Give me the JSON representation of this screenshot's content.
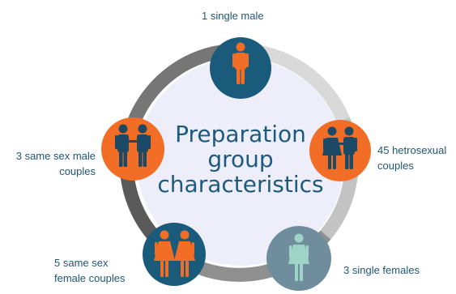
{
  "center": {
    "title": "Preparation group characteristics"
  },
  "nodes": [
    {
      "id": "single-male",
      "label": "1 single male",
      "color": "#1a5a7a",
      "icon": "single-male-icon"
    },
    {
      "id": "hetero-couples",
      "label": "45 hetrosexual couples",
      "color": "#f26d25",
      "icon": "hetero-couple-icon"
    },
    {
      "id": "single-females",
      "label": "3 single females",
      "color": "#6f8d9d",
      "icon": "single-female-icon"
    },
    {
      "id": "female-couples",
      "label": "5 same sex female couples",
      "color": "#1a5a7a",
      "icon": "female-couple-icon"
    },
    {
      "id": "male-couples",
      "label": "3 same sex male couples",
      "color": "#f26d25",
      "icon": "male-couple-icon"
    }
  ],
  "colors": {
    "center_fill": "#eeeefb",
    "text": "#1f5675",
    "figure_dark": "#1c4a66",
    "figure_orange": "#f26d25",
    "figure_mint": "#9ed4c8"
  }
}
